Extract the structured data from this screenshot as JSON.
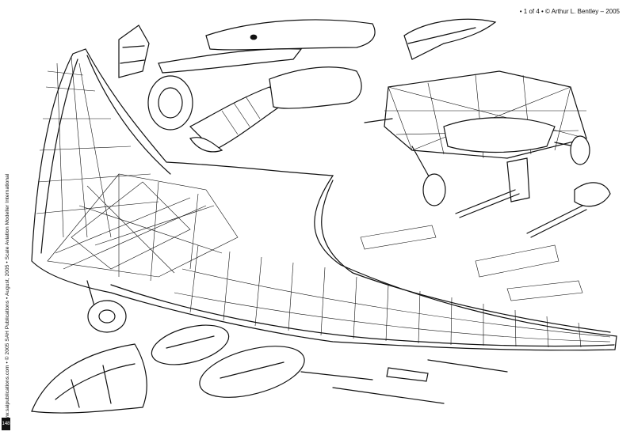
{
  "header": {
    "credit": "• 1 of 4 • © Arthur L. Bentley – 2005"
  },
  "sidebar": {
    "text": "www.saipublications.com • © 2005 SAH Publications • August, 2005 • Scale Aviation Modeller International"
  },
  "page": {
    "number": "148"
  },
  "icons": {
    "main": "flying-wing-aircraft-cutaway-icon",
    "seat": "pilot-seat-icon",
    "canopy": "cockpit-canopy-icon",
    "engine": "jet-engine-icon",
    "frame": "center-section-frame-icon",
    "cannon": "cannon-icon",
    "tank": "drop-tank-icon",
    "gear": "landing-gear-icon"
  },
  "colors": {
    "ink": "#111111",
    "paper": "#ffffff"
  }
}
